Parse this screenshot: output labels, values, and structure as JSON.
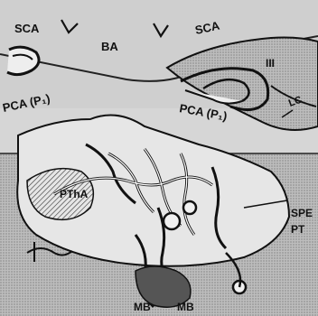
{
  "labels": {
    "sca_left": "SCA",
    "sca_right": "SCA",
    "ba": "BA",
    "cn_iii": "III",
    "lc": "LC",
    "pca_left": "PCA (P₁)",
    "pca_right": "PCA (P₁)",
    "pthap": "PThA",
    "spe": "SPE",
    "pt": "PT",
    "mb_left": "MB",
    "mb_right": "MB"
  }
}
